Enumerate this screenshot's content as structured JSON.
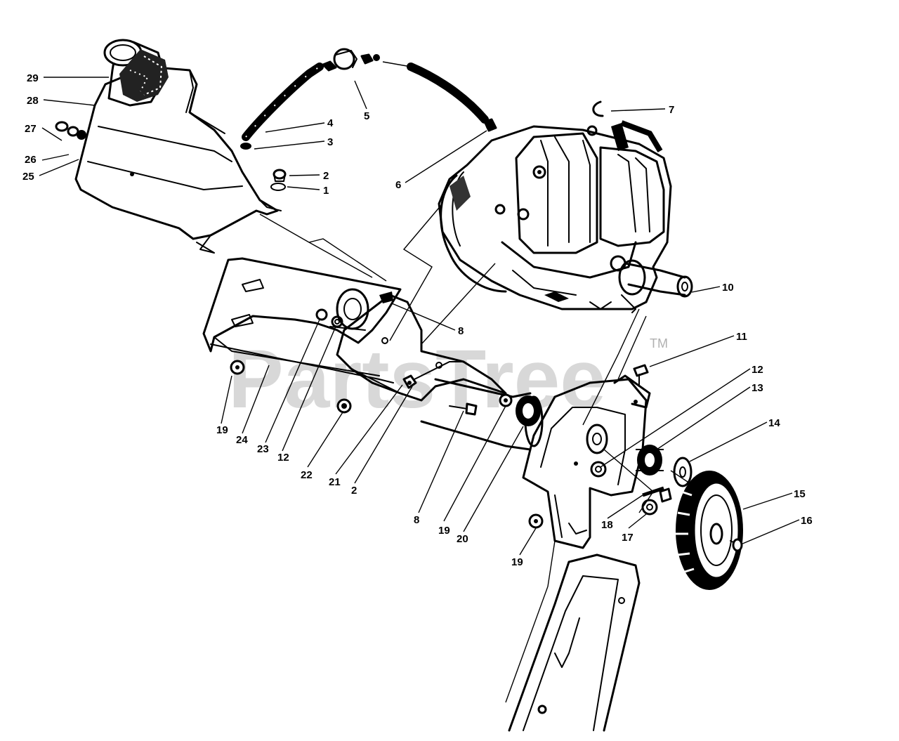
{
  "watermark": {
    "text": "PartsTree",
    "trademark": "TM"
  },
  "callouts": [
    {
      "id": "c29",
      "label": "29"
    },
    {
      "id": "c28",
      "label": "28"
    },
    {
      "id": "c27",
      "label": "27"
    },
    {
      "id": "c26",
      "label": "26"
    },
    {
      "id": "c25",
      "label": "25"
    },
    {
      "id": "c4",
      "label": "4"
    },
    {
      "id": "c3",
      "label": "3"
    },
    {
      "id": "c5",
      "label": "5"
    },
    {
      "id": "c2a",
      "label": "2"
    },
    {
      "id": "c1",
      "label": "1"
    },
    {
      "id": "c6",
      "label": "6"
    },
    {
      "id": "c7",
      "label": "7"
    },
    {
      "id": "c10",
      "label": "10"
    },
    {
      "id": "c8a",
      "label": "8"
    },
    {
      "id": "c11",
      "label": "11"
    },
    {
      "id": "c12a",
      "label": "12"
    },
    {
      "id": "c13",
      "label": "13"
    },
    {
      "id": "c14",
      "label": "14"
    },
    {
      "id": "c15",
      "label": "15"
    },
    {
      "id": "c16",
      "label": "16"
    },
    {
      "id": "c19a",
      "label": "19"
    },
    {
      "id": "c24",
      "label": "24"
    },
    {
      "id": "c23",
      "label": "23"
    },
    {
      "id": "c12b",
      "label": "12"
    },
    {
      "id": "c22",
      "label": "22"
    },
    {
      "id": "c21",
      "label": "21"
    },
    {
      "id": "c2b",
      "label": "2"
    },
    {
      "id": "c8b",
      "label": "8"
    },
    {
      "id": "c19b",
      "label": "19"
    },
    {
      "id": "c20",
      "label": "20"
    },
    {
      "id": "c18",
      "label": "18"
    },
    {
      "id": "c17",
      "label": "17"
    },
    {
      "id": "c19c",
      "label": "19"
    }
  ]
}
